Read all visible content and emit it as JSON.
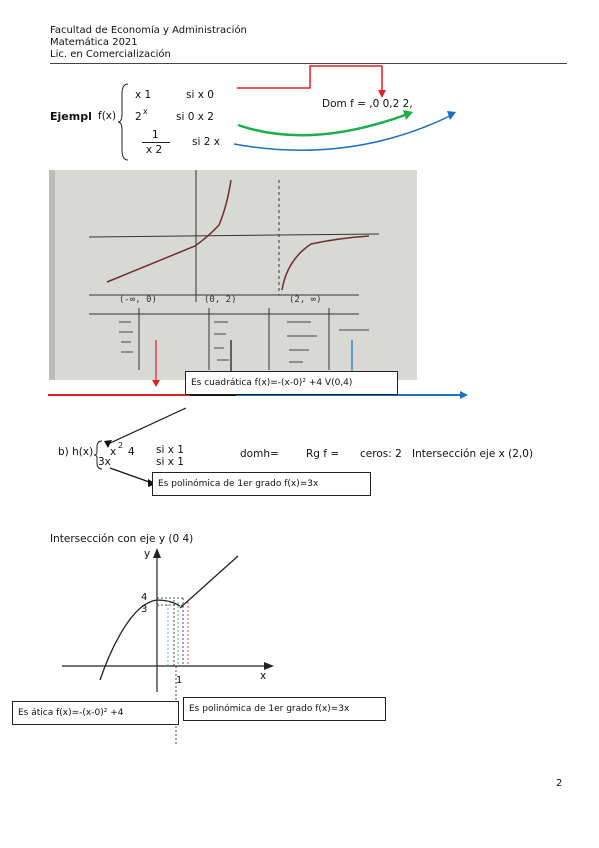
{
  "header": {
    "line1": "Facultad de Economía y Administración",
    "line2": "Matemática 2021",
    "line3": "Lic. en Comercialización"
  },
  "example": {
    "label": "Ejempl",
    "func": "f(x)",
    "piece1_expr": "x 1",
    "piece1_cond": "si  x 0",
    "piece2_expr": "2",
    "piece2_exp": "x",
    "piece2_cond": "si  0 x 2",
    "piece3_num": "1",
    "piece3_den": "x 2",
    "piece3_cond": "si  2 x",
    "domain": "Dom f =  ,0   0,2   2,  "
  },
  "photo": {
    "table_headers": [
      "(-∞, 0)",
      "(0, 2)",
      "(2, ∞)"
    ]
  },
  "part_b": {
    "box_quadratic": "Es cuadrática f(x)=-(x-0)² +4  V(0,4)",
    "label": "b) h(x)",
    "piece1_expr": "x",
    "piece1_exp": "2",
    "piece1_tail": " 4",
    "piece1_cond": "si  x 1",
    "piece2_expr": "3x",
    "piece2_cond": "si  x 1",
    "domh": "domh=",
    "rgf": "Rg f =",
    "ceros": "ceros: 2",
    "intersection": "Intersección  eje x (2,0)",
    "box_linear": "Es polinómica de 1er grado f(x)=3x"
  },
  "graph_section": {
    "title": "Intersección con eje y  (0 4)",
    "axis_y": "y",
    "axis_x": "x",
    "tick_4": "4",
    "tick_3": "3",
    "tick_1": "1",
    "box_left": "Es     ática f(x)=-(x-0)² +4",
    "box_right": "Es polinómica de 1er grado f(x)=3x"
  },
  "page_number": "2",
  "colors": {
    "red": "#e02020",
    "green": "#1fae4b",
    "blue": "#1f6fc0",
    "paper": "#d9d9d6"
  }
}
